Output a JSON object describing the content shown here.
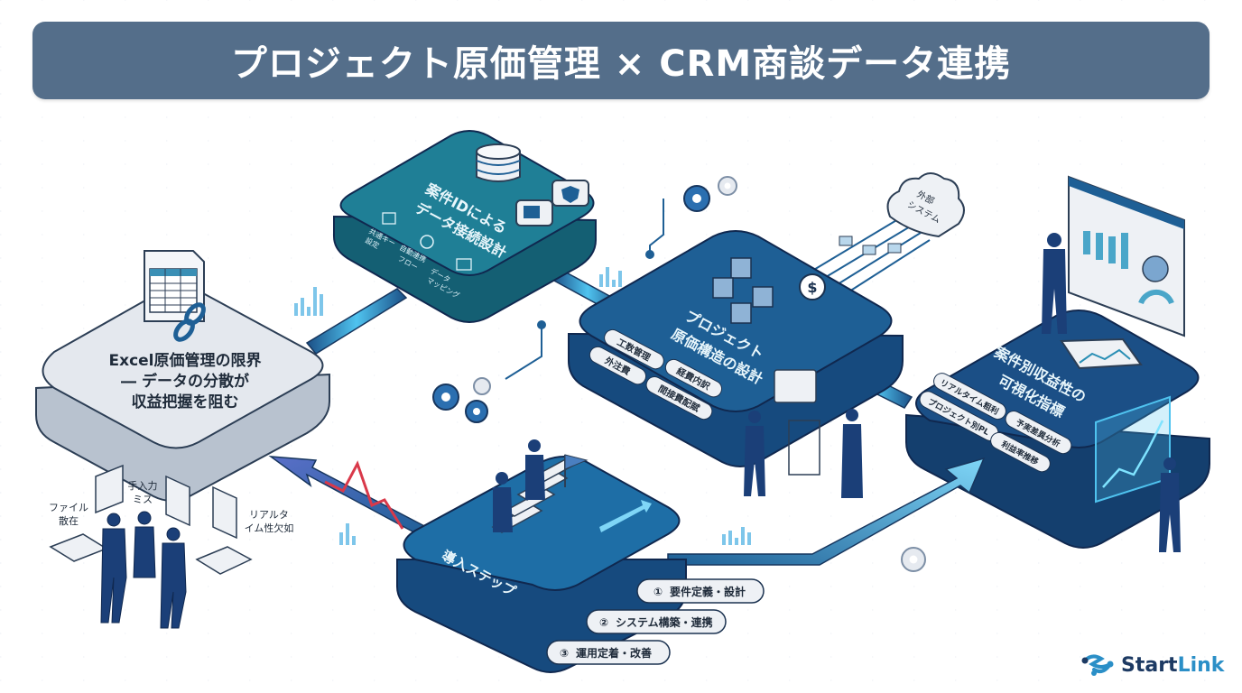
{
  "title": "プロジェクト原価管理 × CRM商談データ連携",
  "problem_block": {
    "heading_lines": [
      "Excel原価管理の限界",
      "― データの分散が",
      "収益把握を阻む"
    ],
    "issues": [
      {
        "label_lines": [
          "ファイル",
          "散在"
        ]
      },
      {
        "label_lines": [
          "手入力",
          "ミス"
        ]
      },
      {
        "label_lines": [
          "リアルタ",
          "イム性欠如"
        ]
      }
    ]
  },
  "data_link_block": {
    "heading_lines": [
      "案件IDによる",
      "データ接続設計"
    ],
    "features": [
      {
        "icon": "document-icon",
        "label_lines": [
          "共通キー",
          "設定"
        ]
      },
      {
        "icon": "sync-icon",
        "label_lines": [
          "自動連携",
          "フロー"
        ]
      },
      {
        "icon": "mapping-icon",
        "label_lines": [
          "データ",
          "マッピング"
        ]
      }
    ]
  },
  "cost_structure_block": {
    "heading_lines": [
      "プロジェクト",
      "原価構造の設計"
    ],
    "tags": [
      "工数管理",
      "外注費",
      "経費内訳",
      "間接費配賦"
    ]
  },
  "external_system": {
    "label_lines": [
      "外部",
      "システム"
    ]
  },
  "profitability_block": {
    "heading_lines": [
      "案件別収益性の",
      "可視化指標"
    ],
    "tags": [
      "リアルタイム粗利",
      "プロジェクト別PL",
      "予実差異分析",
      "利益率推移"
    ]
  },
  "steps_block": {
    "heading": "導入ステップ",
    "steps": [
      {
        "number": "①",
        "label": "要件定義・設計"
      },
      {
        "number": "②",
        "label": "システム構築・連携"
      },
      {
        "number": "③",
        "label": "運用定着・改善"
      }
    ]
  },
  "brand": {
    "name_primary": "Start",
    "name_accent": "Link"
  },
  "colors": {
    "title_bg": "#546e8a",
    "teal_block": "#1f7f96",
    "blue_block": "#1e5f95",
    "navy_block": "#1b4f86",
    "problem_block": "#e4e8ee",
    "accent_cyan": "#4fc3ef",
    "alert_red": "#d9394a"
  }
}
